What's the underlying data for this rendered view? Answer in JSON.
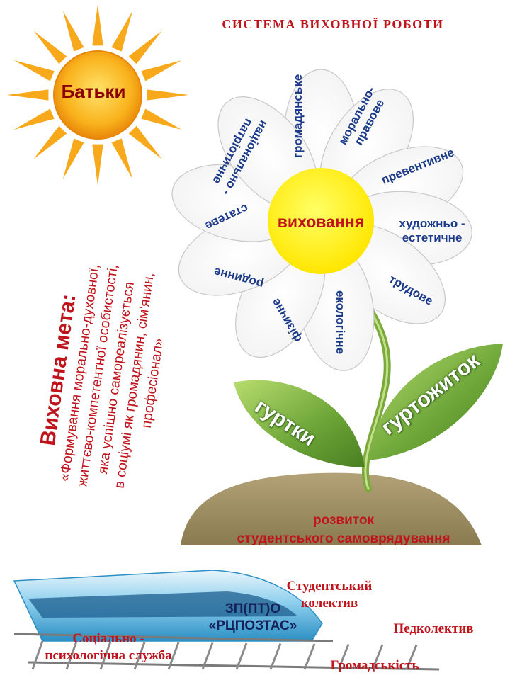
{
  "title": "СИСТЕМА ВИХОВНОЇ РОБОТИ",
  "sun": {
    "label": "Батьки",
    "color": "#f7a81b"
  },
  "flower": {
    "center": "виховання",
    "petals": {
      "gromadyanske": "громадянське",
      "moralno": [
        "морально-",
        "правове"
      ],
      "preventyvne": "превентивне",
      "khudozhnio": [
        "художньо -",
        "естетичне"
      ],
      "trudove": "трудове",
      "ekologichne": "екологічне",
      "fizychne": "фізичне",
      "rodynne": "родинне",
      "stateve": "статеве",
      "natsionalno": [
        "національно -",
        "патріотичне"
      ]
    }
  },
  "leaves": {
    "left": "гуртки",
    "right": "гуртожиток"
  },
  "soil": [
    "розвиток",
    "студентського самоврядування"
  ],
  "goal": {
    "heading": "Виховна мета:",
    "lines": [
      "«Формування морально-духовної,",
      "життєво-компетентної особистості,",
      "яка успішно самореалізується",
      "в соціумі як громадянин, сім'янин,",
      "професіонал»"
    ]
  },
  "train": {
    "school": [
      "ЗП(ПТ)О",
      "«РЦПОЗТАС»"
    ]
  },
  "bottom": {
    "student": [
      "Студентський",
      "колектив"
    ],
    "pedagogical": "Педколектив",
    "public": "Громадськість",
    "social": [
      "Соціально -",
      "психологічна служба"
    ]
  },
  "colors": {
    "accent_red": "#c0141c",
    "petal_text": "#1b3a8a",
    "center": "#fff200",
    "leaf": "#6aa336",
    "soil": "#9a8a5c"
  }
}
